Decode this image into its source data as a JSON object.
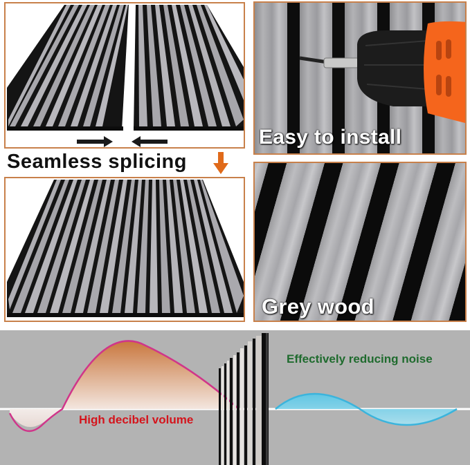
{
  "panels": {
    "top_left": {
      "caption": "Seamless splicing",
      "arrows": [
        "arrow-right",
        "arrow-left"
      ],
      "down_arrow": "arrow-down-icon"
    },
    "top_right": {
      "caption": "Easy to install"
    },
    "middle_right": {
      "caption": "Grey wood"
    },
    "bottom": {
      "label_left": "High decibel volume",
      "label_right": "Effectively reducing noise"
    }
  },
  "colors": {
    "frame": "#c8804a",
    "caption_dark": "#111111",
    "down_arrow": "#e06a1a",
    "high_decibel_text": "#d4141c",
    "reducing_noise_text": "#1f6b2e",
    "wave_high_stroke": "#d0358a",
    "wave_low_stroke": "#3bb4dc",
    "drill_orange": "#f5651c",
    "bottom_bg": "#b3b3b3"
  }
}
